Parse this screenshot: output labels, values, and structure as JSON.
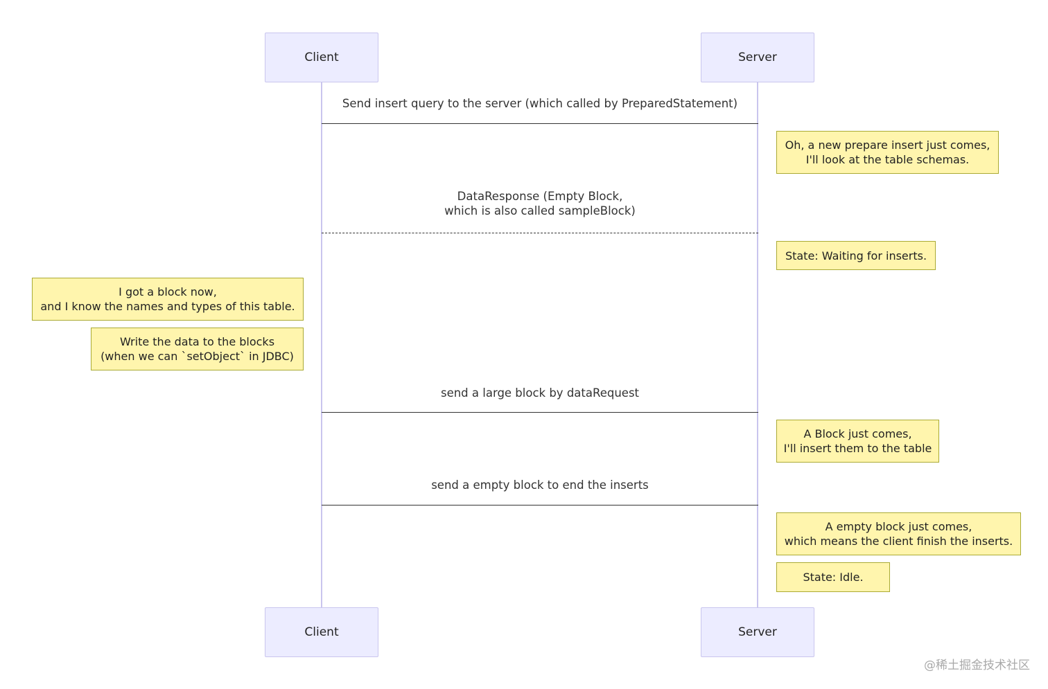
{
  "participants": {
    "client": "Client",
    "server": "Server"
  },
  "messages": [
    {
      "text": "Send insert query to the server (which called by PreparedStatement)",
      "from": "client",
      "to": "server",
      "style": "solid"
    },
    {
      "text": "DataResponse (Empty Block,\nwhich is also called sampleBlock)",
      "from": "server",
      "to": "client",
      "style": "dotted"
    },
    {
      "text": "send a large block by dataRequest",
      "from": "client",
      "to": "server",
      "style": "solid"
    },
    {
      "text": "send a empty block to end the inserts",
      "from": "client",
      "to": "server",
      "style": "solid"
    }
  ],
  "notes": [
    {
      "text": "Oh, a new prepare insert just comes,\nI'll look at the table schemas.",
      "side": "right of server"
    },
    {
      "text": "State: Waiting for inserts.",
      "side": "right of server"
    },
    {
      "text": "I got a block now,\nand I know the names and types of this table.",
      "side": "left of client"
    },
    {
      "text": "Write the data to the blocks\n(when we can `setObject` in JDBC)",
      "side": "left of client"
    },
    {
      "text": "A Block just comes,\nI'll insert them to the table",
      "side": "right of server"
    },
    {
      "text": "A empty block just comes,\nwhich means the client finish the inserts.",
      "side": "right of server"
    },
    {
      "text": "State: Idle.",
      "side": "right of server"
    }
  ],
  "watermark": "@稀土掘金技术社区",
  "colors": {
    "actor_fill": "#ececff",
    "actor_border": "#c9c5ee",
    "lifeline": "#c9c5ee",
    "note_fill": "#fff5ad",
    "note_border": "#aaaa33",
    "arrow": "#333333"
  }
}
